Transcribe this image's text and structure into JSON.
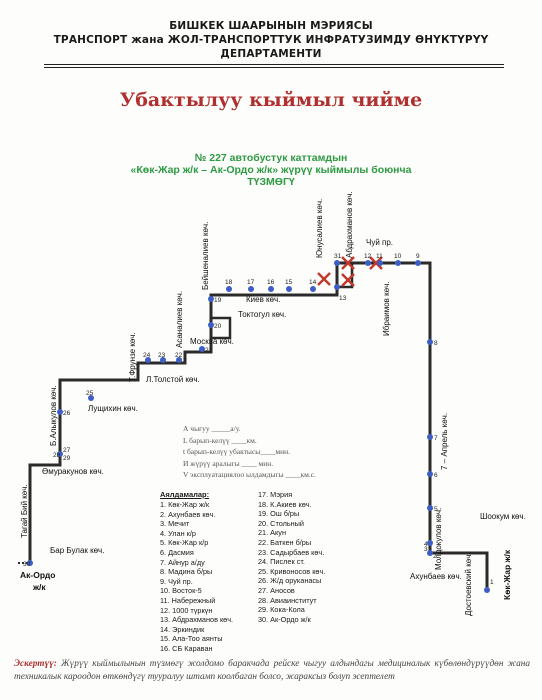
{
  "header": {
    "line1": "БИШКЕК ШААРЫНЫН МЭРИЯСЫ",
    "line2": "ТРАНСПОРТ жана ЖОЛ-ТРАНСПОРТТУК ИНФРАТУЗИМДУ ӨНҮКТҮРҮҮ",
    "line3": "ДЕПАРТАМЕНТИ"
  },
  "title": "Убактылуу кыймыл чийме",
  "subtitle": {
    "line1": "№ 227  автобустук каттамдын",
    "line2": "«Көк-Жар ж/к – Ак-Ордо ж/к» жүрүү кыймылы боюнча",
    "line3": "ТҮЗМӨГҮ"
  },
  "map": {
    "streets": {
      "tagai_biy": "Тагай Бий көч.",
      "bar_bulak": "Бар Булак көч.",
      "omurakunov": "Өмуракунов көч.",
      "b_alykulov": "Б.Алыкулов көч.",
      "lushchikhin": "Лущихин көч.",
      "t_frunze": "Т.Фрунзе көч.",
      "l_tolstoy": "Л.Толстой көч.",
      "asanaliev": "Асаналиев көч.",
      "moskva": "Москва көч.",
      "beishenaliev": "Бейшеналиев көч.",
      "toktogul": "Токтогул көч.",
      "kiev": "Киев көч.",
      "yunusaliev": "Юнусалиев көч.",
      "abdrakhmanov": "Абдрахманов көч.",
      "chuy": "Чуй пр.",
      "ibraimov": "Ибраимов көч.",
      "aprel": "7 – Апрель көч.",
      "akhunbaev": "Ахунбаев көч.",
      "moldokulov": "Молдокулов көч.",
      "dostoevsky": "Достоевский көч.",
      "shokum": "Шоокум көч.",
      "kok_jar": "Көк-Жар ж/к",
      "ak_ordo_1": "Ак-Ордо",
      "ak_ordo_2": "ж/к"
    },
    "stop_numbers": [
      "1",
      "2",
      "3",
      "4",
      "5",
      "6",
      "7",
      "8",
      "9",
      "10",
      "11",
      "12",
      "13",
      "14",
      "15",
      "16",
      "17",
      "18",
      "19",
      "20",
      "21",
      "22",
      "23",
      "24",
      "25",
      "26",
      "27",
      "28",
      "29",
      "30",
      "31"
    ]
  },
  "info": {
    "l1": "А чыгуу _____а/у.",
    "l2": "L барып-келүү ____км.",
    "l3": "t барып-келүү убактысы____мин.",
    "l4": "И жүрүү аралыгы ____     мин.",
    "l5": "V эксплуатациялоо ылдамдыгы ____км.с."
  },
  "stops_title": "Аялдамалар:",
  "stops": [
    "1. Көк-Жар ж/к",
    "2. Ахунбаев көч.",
    "3. Мечит",
    "4. Улан к/р",
    "5. Көк-Жар к/р",
    "6. Дасмия",
    "7. Айнур а/ду",
    "8. Мадина б/ры",
    "9. Чуй пр.",
    "10. Восток-5",
    "11. Набережный",
    "12. 1000 түркүн",
    "13. Абдрахманов көч.",
    "14. Эркиндик",
    "15. Ала-Тоо аянты",
    "16. СБ Караван",
    "17. Мэрия",
    "18. К.Акиев көч.",
    "19. Ош б/ры",
    "20. Стольный",
    "21. Акун",
    "22. Баткен б/ры",
    "23. Садырбаев көч.",
    "24. Пислек ст.",
    "25. Кривоносов көч.",
    "26. Ж/д оруканасы",
    "27. Аносов",
    "28. Авиаинститут",
    "29. Кока-Кола",
    "30. Ак-Ордо ж/к"
  ],
  "note": {
    "label": "Эскертүү:",
    "body": "Жүрүү кыймылынын түзмөгү жолдомо баракчада рейске чыгуу алдындагы медициналык күбөлөндүрүүдөн жана техникалык кароодон өткөндүгү тууралуу штамп коолбаган болсо, жараксыз болуп эсептелет"
  },
  "colors": {
    "title": "#b03030",
    "subtitle": "#2e9a43",
    "route": "#2b2b2b",
    "stop": "#3d5ec4",
    "closure": "#c0392b"
  }
}
